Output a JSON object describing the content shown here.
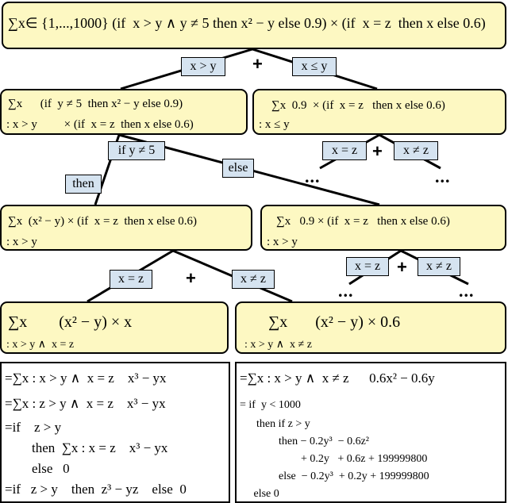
{
  "root": {
    "line": "∑x∈ {1,...,1000} (if  x > y ∧ y ≠ 5 then x² − y else 0.9) × (if  x = z  then x else 0.6)"
  },
  "level1": {
    "left": {
      "top": "∑x      (if  y ≠ 5  then x² − y else 0.9)",
      "bottom": ": x > y         × (if  x = z  then x else 0.6)"
    },
    "right": {
      "top": "∑x  0.9  × (if  x = z   then x else 0.6)",
      "bottom": ": x ≤ y"
    }
  },
  "level2": {
    "left": {
      "top": "∑x  (x² − y) × (if  x = z  then x else 0.6)",
      "bottom": ": x > y"
    },
    "right": {
      "top": "∑x   0.9 × (if  x = z   then x else 0.6)",
      "bottom": ": x > y"
    }
  },
  "level3": {
    "left": {
      "top": "∑x        (x² − y) × x",
      "bottom": ": x > y ∧  x = z"
    },
    "right": {
      "top": "∑x       (x² − y) × 0.6",
      "bottom": ": x > y ∧  x ≠ z"
    }
  },
  "edge_labels": {
    "x_gt_y": "x > y",
    "x_le_y": "x ≤ y",
    "x_eq_z_a": "x = z",
    "x_ne_z_a": "x ≠ z",
    "if_y_ne_5": "if y ≠ 5",
    "then": "then",
    "else": "else",
    "x_eq_z_b": "x = z",
    "x_ne_z_b": "x ≠ z",
    "x_eq_z_c": "x = z",
    "x_ne_z_c": "x ≠ z"
  },
  "operators": {
    "plus": "+",
    "ellipsis": "..."
  },
  "result_left": [
    "=∑x : x > y ∧  x = z    x³ − yx",
    "=∑x : z > y ∧  x = z    x³ − yx",
    "=if    z > y",
    "        then  ∑x : x = z    x³ − yx",
    "        else   0",
    "=if   z > y    then  z³ − yz    else  0"
  ],
  "result_right": [
    "=∑x : x > y ∧  x ≠ z      0.6x² − 0.6y",
    "= if  y < 1000",
    "      then if z > y",
    "              then − 0.2y³  − 0.6z²",
    "                      + 0.2y   + 0.6z + 199999800",
    "              else  − 0.2y³  + 0.2y + 199999800",
    "     else 0"
  ]
}
